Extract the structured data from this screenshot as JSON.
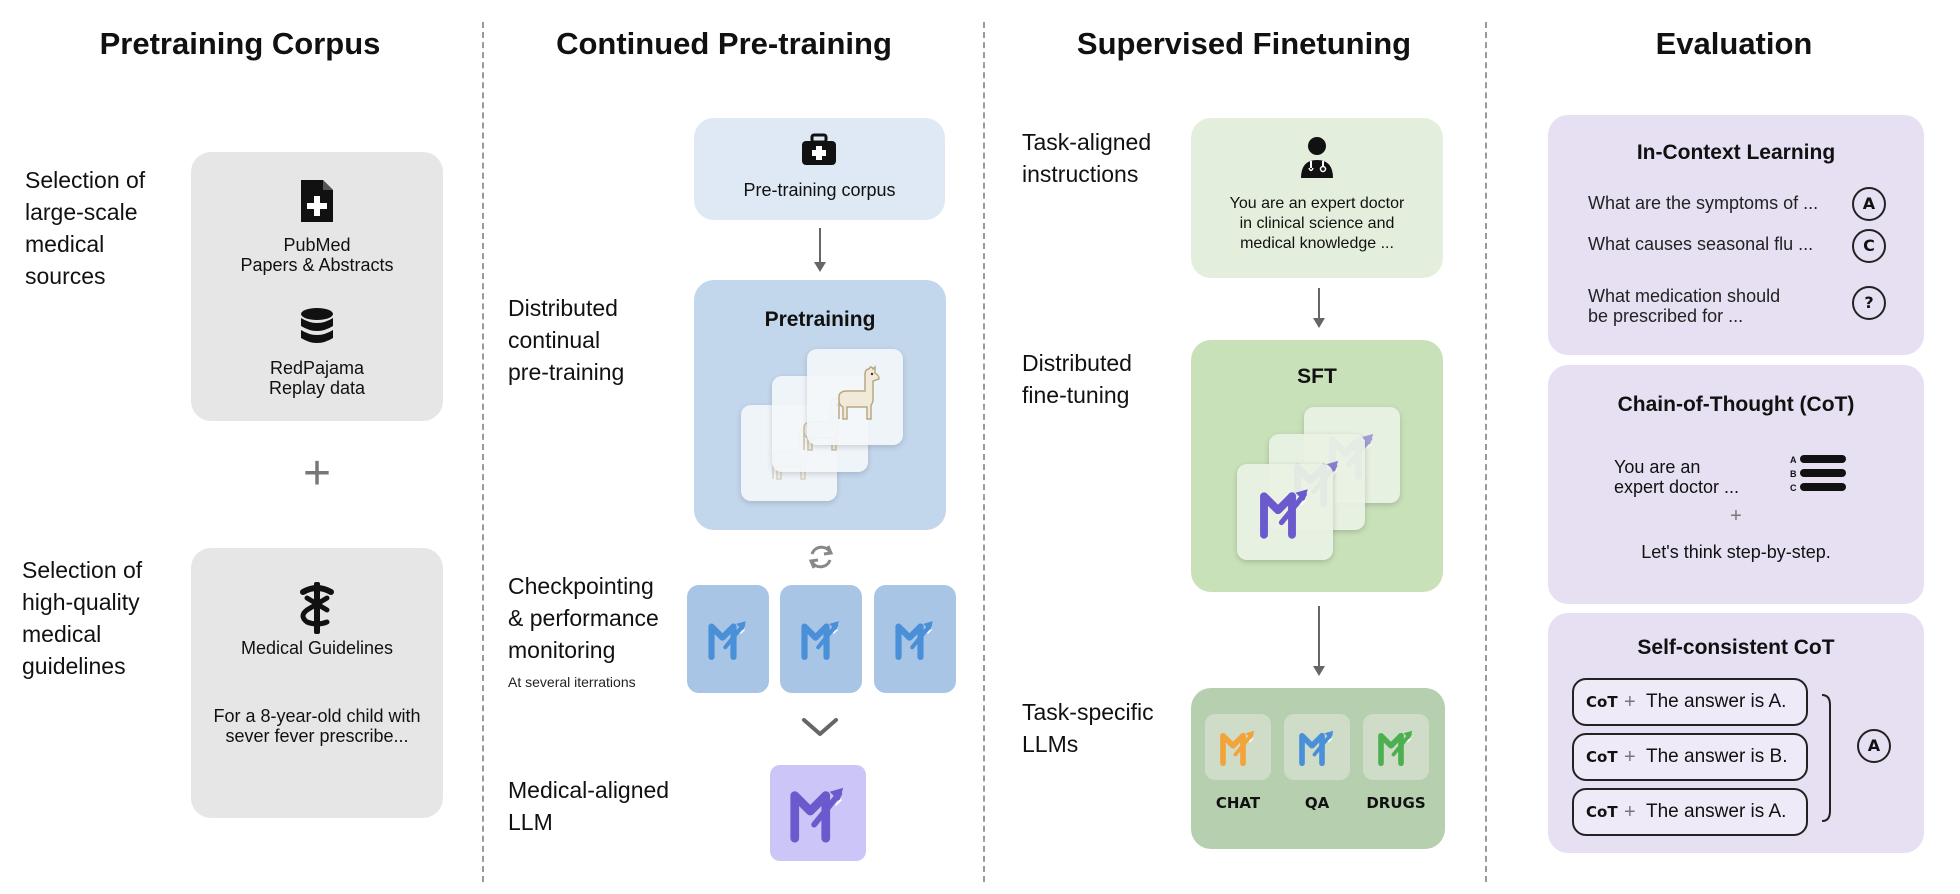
{
  "columns": {
    "pretraining_corpus": "Pretraining Corpus",
    "continued_pretraining": "Continued Pre-training",
    "supervised_finetuning": "Supervised Finetuning",
    "evaluation": "Evaluation"
  },
  "corpus": {
    "label_large_scale": "Selection of\nlarge-scale\nmedical\nsources",
    "pubmed": "PubMed\nPapers & Abstracts",
    "redpajama": "RedPajama\nReplay data",
    "plus": "+",
    "label_high_quality": "Selection of\nhigh-quality\nmedical\nguidelines",
    "guidelines": "Medical Guidelines",
    "guideline_example": "For a 8-year-old child with\nsever fever prescribe..."
  },
  "continued": {
    "corpus_box": "Pre-training corpus",
    "label_distributed": "Distributed\ncontinual\npre-training",
    "pretraining": "Pretraining",
    "label_checkpointing": "Checkpointing\n& performance\nmonitoring",
    "checkpoint_note": "At several iterrations",
    "label_medical_llm": "Medical-aligned\nLLM"
  },
  "sft": {
    "label_instructions": "Task-aligned\ninstructions",
    "instruction_text": "You are an expert doctor\nin clinical science and\nmedical knowledge ...",
    "label_distributed": "Distributed\nfine-tuning",
    "sft_title": "SFT",
    "label_task_llms": "Task-specific\nLLMs",
    "tasks": [
      "CHAT",
      "QA",
      "DRUGS"
    ]
  },
  "evaluation": {
    "icl_title": "In-Context Learning",
    "icl_items": [
      {
        "q": "What are the symptoms of ...",
        "a": "A"
      },
      {
        "q": "What causes seasonal flu ...",
        "a": "C"
      },
      {
        "q": "What medication should\nbe prescribed for ...",
        "a": "?"
      }
    ],
    "cot_title": "Chain-of-Thought (CoT)",
    "cot_prompt": "You are an\nexpert doctor ...",
    "cot_plus": "+",
    "cot_step": "Let's think step-by-step.",
    "cot_list_letters": [
      "A",
      "B",
      "C"
    ],
    "sc_title": "Self-consistent CoT",
    "sc_rows": [
      {
        "tag": "CoT",
        "plus": "+",
        "answer": "The answer is A."
      },
      {
        "tag": "CoT",
        "plus": "+",
        "answer": "The answer is B."
      },
      {
        "tag": "CoT",
        "plus": "+",
        "answer": "The answer is A."
      }
    ],
    "sc_final": "A"
  },
  "colors": {
    "meditron_purple": "#6a5acd",
    "chat_orange": "#f2a33a",
    "qa_blue": "#4a90d9",
    "drugs_green": "#4caf50"
  },
  "icons": [
    "document-plus-icon",
    "database-icon",
    "medkit-icon",
    "caduceus-icon",
    "llama-icon",
    "refresh-icon",
    "doctor-icon",
    "meditron-logo-icon",
    "list-icon"
  ]
}
